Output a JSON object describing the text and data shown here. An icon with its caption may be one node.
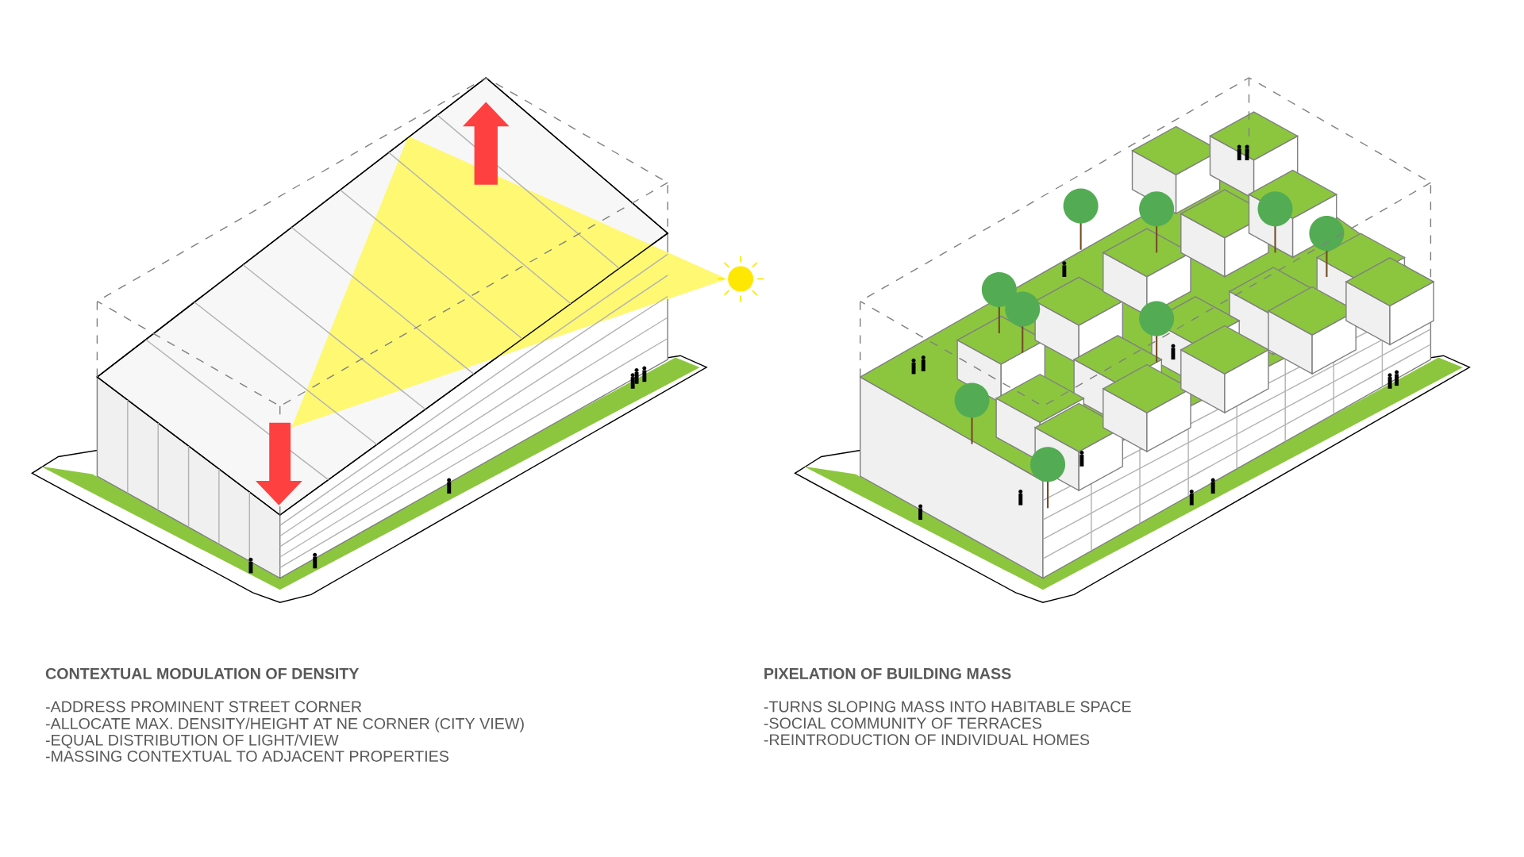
{
  "diagram": {
    "labels": [
      "CONTEXTUAL MODULATION OF DENSITY",
      "-ADDRESS PROMINENT STREET CORNER",
      "-ALLOCATE MAX. DENSITY/HEIGHT AT NE CORNER (CITY VIEW)",
      "-EQUAL DISTRIBUTION OF LIGHT/VIEW",
      "-MASSING CONTEXTUAL TO ADJACENT PROPERTIES",
      "PIXELATION OF BUILDING MASS",
      "-TURNS SLOPING MASS INTO HABITABLE SPACE",
      "-SOCIAL COMMUNITY OF TERRACES",
      "-REINTRODUCTION OF INDIVIDUAL HOMES"
    ]
  }
}
